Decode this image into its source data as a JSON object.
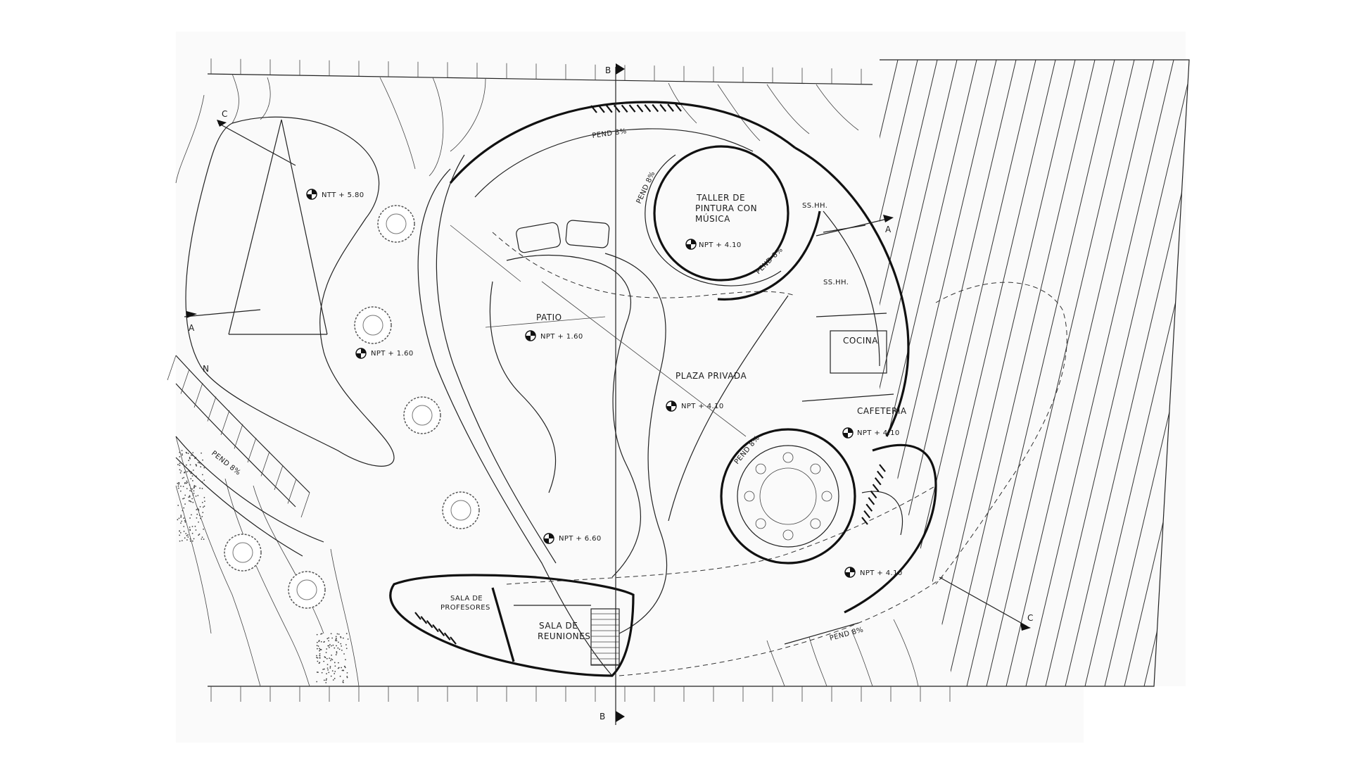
{
  "drawing": {
    "section_marks": {
      "a": "A",
      "b": "B",
      "c": "C",
      "north": "N"
    },
    "rooms": {
      "taller": [
        "TALLER DE",
        "PINTURA CON",
        "MÚSICA"
      ],
      "patio": "PATIO",
      "plaza": "PLAZA PRIVADA",
      "cocina": "COCINA",
      "cafeteria": "CAFETERIA",
      "sshh": "SS.HH.",
      "sala_profesores": [
        "SALA DE",
        "PROFESORES"
      ],
      "sala_reuniones": [
        "SALA DE",
        "REUNIONES"
      ]
    },
    "levels": {
      "ntt_580": "NTT + 5.80",
      "npt_160_park": "NPT + 1.60",
      "npt_160_patio": "NPT + 1.60",
      "npt_410_taller": "NPT + 4.10",
      "npt_410_plaza": "NPT + 4.10",
      "npt_410_cafe": "NPT + 4.10",
      "npt_410_lower": "NPT + 4.10",
      "npt_660": "NPT + 6.60"
    },
    "slopes": {
      "pend_top": "PEND 8%",
      "pend_taller": "PEND 8%",
      "pend_taller_right": "PEND 8%",
      "pend_circle": "PEND 8%",
      "pend_ramp_left": "PEND 8%",
      "pend_bottom": "PEND 8%"
    },
    "colors": {
      "ink": "#1a1a1a",
      "paper": "#fafafa",
      "tree": "#555555"
    }
  }
}
